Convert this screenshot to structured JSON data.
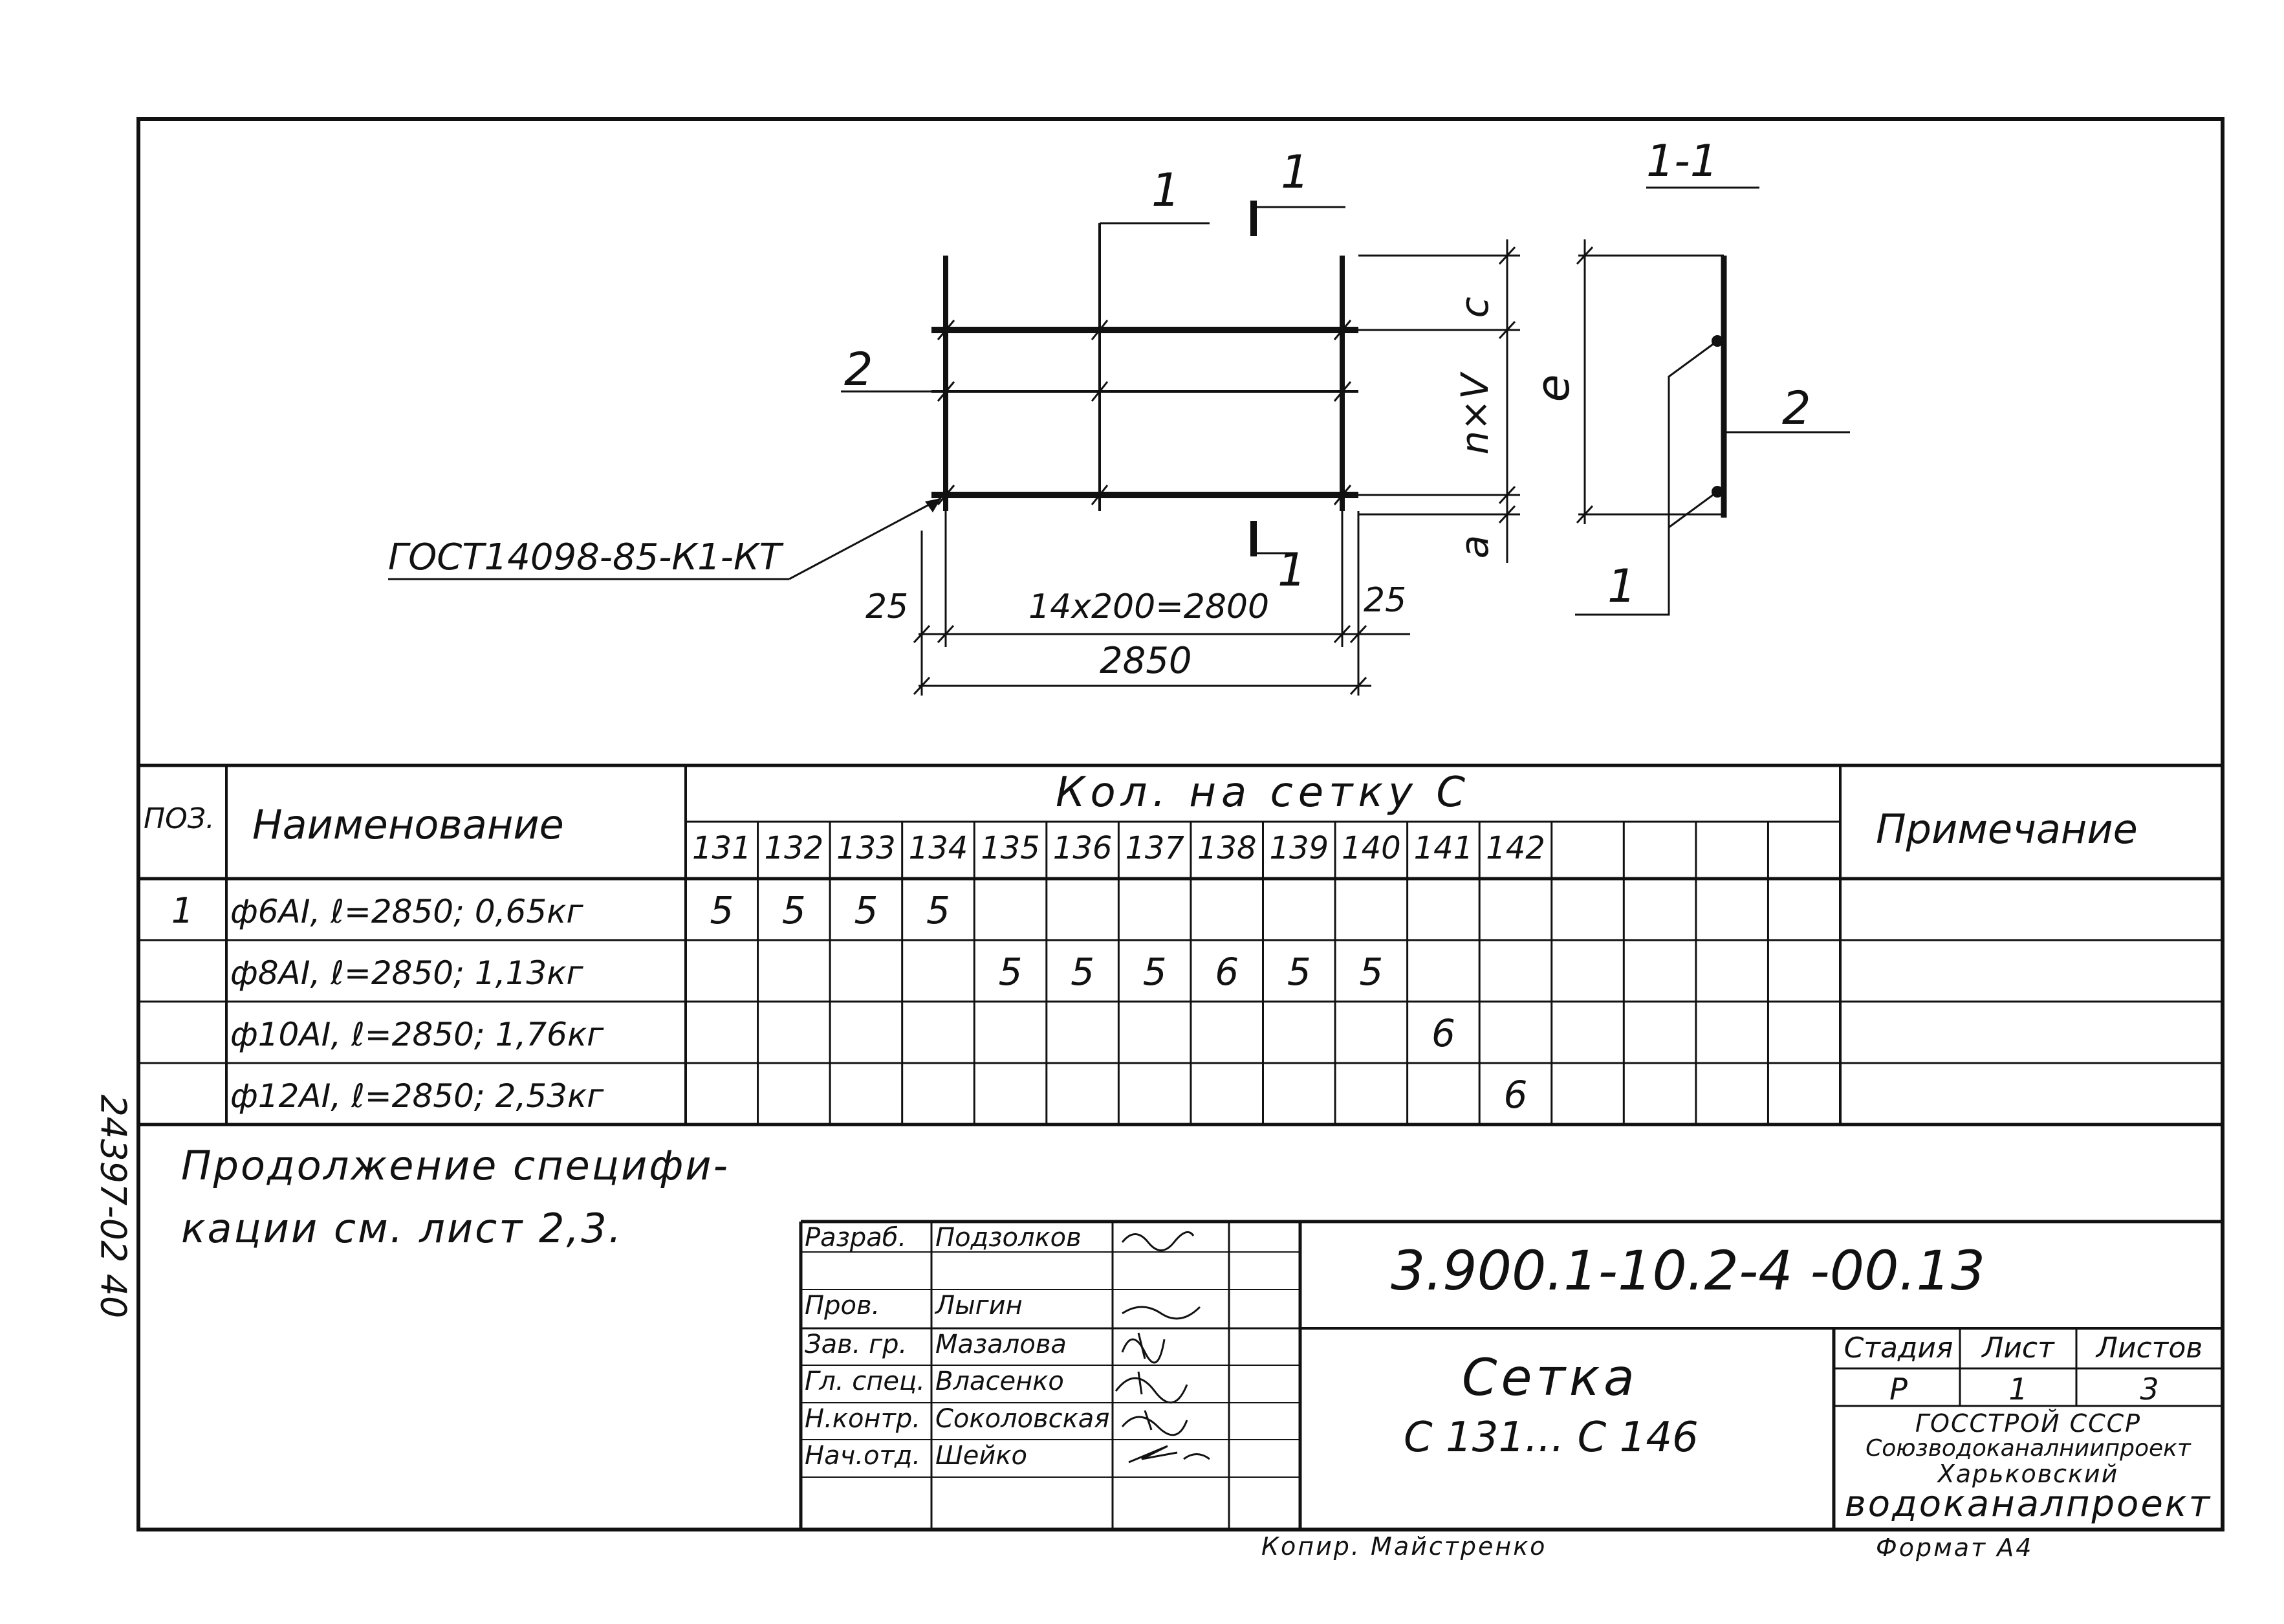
{
  "drawing": {
    "leader_1_top": "1",
    "section_mark_top": "1",
    "section_title": "1-1",
    "leader_2_left": "2",
    "dim_c": "c",
    "dim_nxv": "n×V",
    "dim_e": "e",
    "dim_a": "a",
    "section_mark_bottom": "1",
    "weld_note": "ГОСТ14098-85-К1-КТ",
    "dim_25_left": "25",
    "dim_pitch": "14х200=2800",
    "dim_25_right": "25",
    "dim_total": "2850",
    "section_label_2": "2",
    "section_label_1": "1"
  },
  "spec_table": {
    "header_pos": "ПОЗ.",
    "header_name": "Наименование",
    "header_qty": "Кол. на сетку С",
    "header_note": "Примечание",
    "columns": [
      "131",
      "132",
      "133",
      "134",
      "135",
      "136",
      "137",
      "138",
      "139",
      "140",
      "141",
      "142",
      "",
      "",
      "",
      ""
    ],
    "rows": [
      {
        "pos": "1",
        "name": "ф6АI, ℓ=2850; 0,65кг",
        "values": [
          "5",
          "5",
          "5",
          "5",
          "",
          "",
          "",
          "",
          "",
          "",
          "",
          "",
          "",
          "",
          "",
          ""
        ]
      },
      {
        "pos": "",
        "name": "ф8АI, ℓ=2850; 1,13кг",
        "values": [
          "",
          "",
          "",
          "",
          "5",
          "5",
          "5",
          "6",
          "5",
          "5",
          "",
          "",
          "",
          "",
          "",
          ""
        ]
      },
      {
        "pos": "",
        "name": "ф10АI, ℓ=2850; 1,76кг",
        "values": [
          "",
          "",
          "",
          "",
          "",
          "",
          "",
          "",
          "",
          "",
          "6",
          "",
          "",
          "",
          "",
          ""
        ]
      },
      {
        "pos": "",
        "name": "ф12АI, ℓ=2850; 2,53кг",
        "values": [
          "",
          "",
          "",
          "",
          "",
          "",
          "",
          "",
          "",
          "",
          "",
          "6",
          "",
          "",
          "",
          ""
        ]
      }
    ]
  },
  "continuation_note": {
    "line1": "Продолжение специфи-",
    "line2": "кации см. лист 2,3."
  },
  "side_stamp": "24397-02   40",
  "title_block": {
    "signers": [
      {
        "role": "Разраб.",
        "name": "Подзолков"
      },
      {
        "role": "",
        "name": ""
      },
      {
        "role": "Пров.",
        "name": "Лыгин"
      },
      {
        "role": "Зав. гр.",
        "name": "Мазалова"
      },
      {
        "role": "Гл. спец.",
        "name": "Власенко"
      },
      {
        "role": "Н.контр.",
        "name": "Соколовская"
      },
      {
        "role": "Нач.отд.",
        "name": "Шейко"
      }
    ],
    "doc_code": "3.900.1-10.2-4  -00.13",
    "title_line1": "Сетка",
    "title_line2": "С 131... С 146",
    "stage_label": "Стадия",
    "sheet_label": "Лист",
    "sheets_label": "Листов",
    "stage_value": "Р",
    "sheet_value": "1",
    "sheets_value": "3",
    "org_line1": "ГОССТРОЙ СССР",
    "org_line2": "Союзводоканалниипроект",
    "org_line3": "Харьковский",
    "org_line4": "водоканалпроект"
  },
  "footer": {
    "copier": "Копир. Майстренко",
    "format": "Формат А4"
  }
}
